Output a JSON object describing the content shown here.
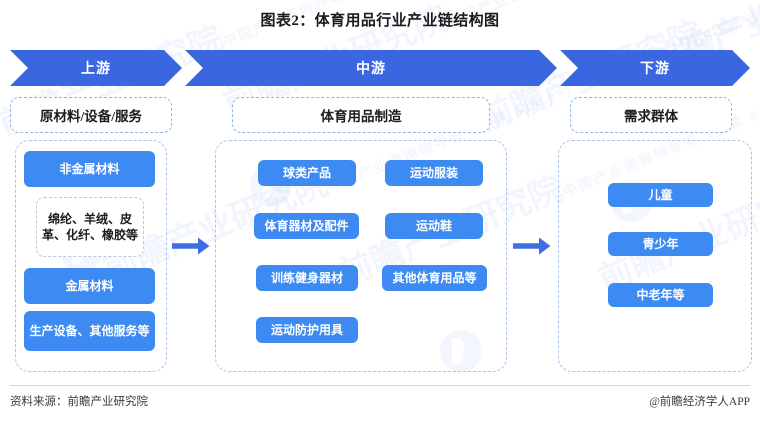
{
  "title": "图表2：体育用品行业产业链结构图",
  "banner": {
    "segments": [
      {
        "label": "上游",
        "name": "banner-segment-upstream"
      },
      {
        "label": "中游",
        "name": "banner-segment-midstream"
      },
      {
        "label": "下游",
        "name": "banner-segment-downstream"
      }
    ]
  },
  "columns": {
    "upstream": {
      "header": "原材料/设备/服务",
      "items": [
        {
          "label": "非金属材料",
          "style": "blue"
        },
        {
          "label": "绵纶、羊绒、皮革、化纤、橡胶等",
          "style": "white"
        },
        {
          "label": "金属材料",
          "style": "blue"
        },
        {
          "label": "生产设备、其他服务等",
          "style": "blue"
        }
      ]
    },
    "midstream": {
      "header": "体育用品制造",
      "items_left": [
        {
          "label": "球类产品",
          "style": "blue"
        },
        {
          "label": "体育器材及配件",
          "style": "blue"
        },
        {
          "label": "训练健身器材",
          "style": "blue"
        },
        {
          "label": "运动防护用具",
          "style": "blue"
        }
      ],
      "items_right": [
        {
          "label": "运动服装",
          "style": "blue"
        },
        {
          "label": "运动鞋",
          "style": "blue"
        },
        {
          "label": "其他体育用品等",
          "style": "blue"
        }
      ]
    },
    "downstream": {
      "header": "需求群体",
      "items": [
        {
          "label": "儿童",
          "style": "blue"
        },
        {
          "label": "青少年",
          "style": "blue"
        },
        {
          "label": "中老年等",
          "style": "blue"
        }
      ]
    }
  },
  "connectors": [
    {
      "name": "arrow-upstream-to-midstream"
    },
    {
      "name": "arrow-midstream-to-downstream"
    }
  ],
  "footer": {
    "source": "资料来源：前瞻产业研究院",
    "brand": "@前瞻经济学人APP"
  },
  "watermark": {
    "text": "前瞻产业研究院",
    "sub": "中国产业咨询领导者（股票 839599）"
  },
  "colors": {
    "banner_blue": "#3a66e0",
    "box_blue": "#3d8bf2",
    "dashed_border": "#a8c4e8",
    "white_box_border": "#b9c9dd",
    "text_dark": "#1a1a1a"
  }
}
